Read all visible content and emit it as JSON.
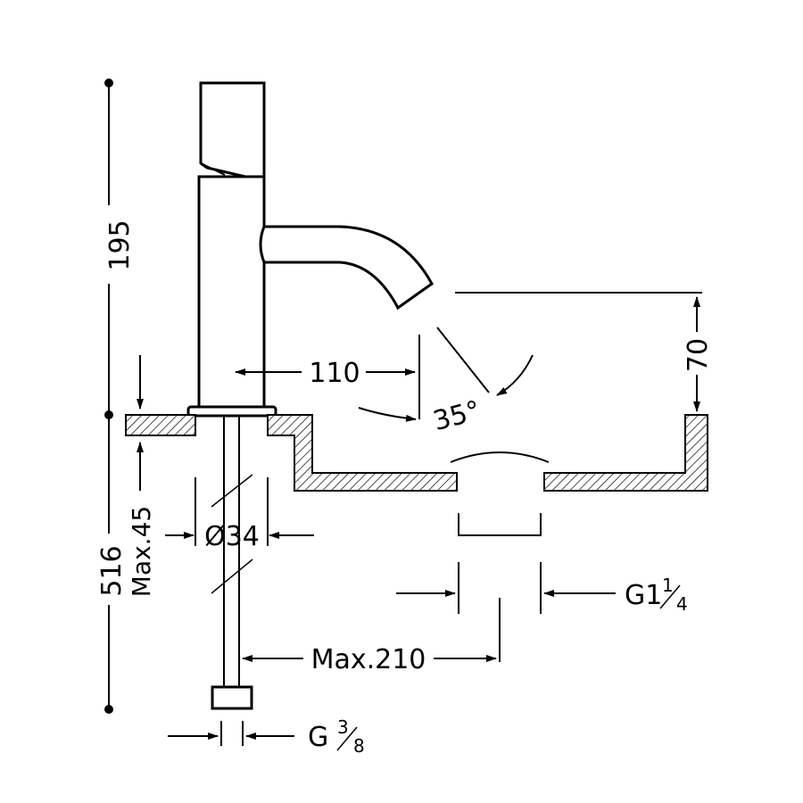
{
  "dimensions": {
    "total_height": "516",
    "tap_height": "195",
    "spout_reach": "110",
    "spout_angle": "35°",
    "basin_clearance": "70",
    "max_deck_thickness": "Max.45",
    "hole_diameter": "Ø34",
    "max_hose_offset": "Max.210",
    "waste_thread_main": "G1",
    "waste_thread_frac_num": "1",
    "waste_thread_frac_den": "4",
    "supply_thread_main": "G",
    "supply_thread_frac_num": "3",
    "supply_thread_frac_den": "8"
  }
}
